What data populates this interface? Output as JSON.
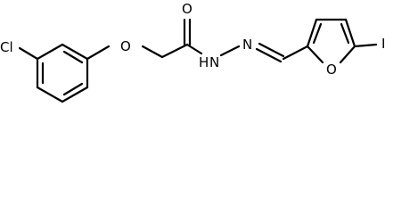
{
  "structure": {
    "atoms": {
      "chlorine": "Cl",
      "ether_oxygen": "O",
      "carbonyl_oxygen": "O",
      "amide_nh": "H",
      "amide_n": "N",
      "imine_n": "N",
      "furan_oxygen": "O",
      "iodine": "I"
    }
  }
}
